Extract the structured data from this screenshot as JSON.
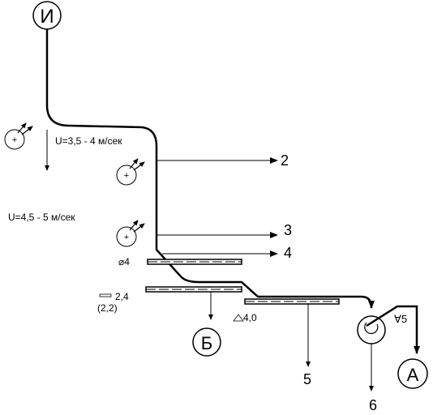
{
  "nodes": {
    "source": "И",
    "product_b": "Б",
    "product_a": "А"
  },
  "outputs": {
    "o2": "2",
    "o3": "3",
    "o4": "4",
    "o5": "5",
    "o6": "6"
  },
  "velocities": {
    "upper": "U=3,5 - 4 м/сек",
    "lower": "U=4,5 - 5 м/сек"
  },
  "labels": {
    "screen1": "⌀4",
    "screen2": "2,4",
    "screen2_alt": "(2,2)",
    "screen3": "4,0",
    "separator": "∀5"
  },
  "icons": {
    "fan": "fan-icon",
    "sieve": "sieve-icon",
    "cyclone": "cyclone-icon"
  }
}
